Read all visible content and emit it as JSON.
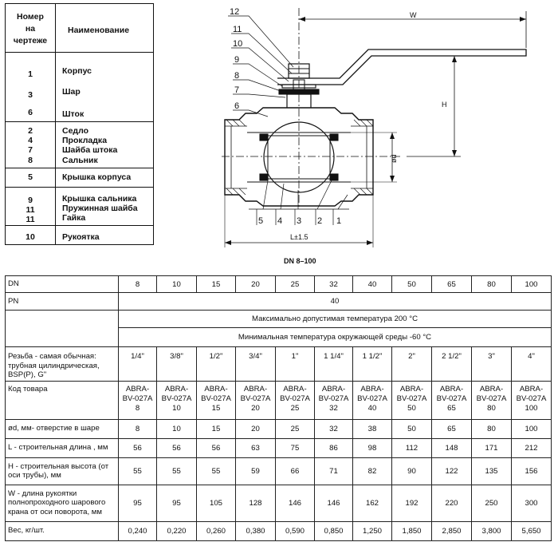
{
  "parts_table": {
    "header_number_lines": [
      "Номер",
      "на",
      "чертеже"
    ],
    "header_name": "Наименование",
    "groups": [
      {
        "numbers": [
          "1",
          "3",
          "6"
        ],
        "names": [
          "Корпус",
          "Шар",
          "Шток"
        ]
      },
      {
        "numbers": [
          "2",
          "4",
          "7",
          "8"
        ],
        "names": [
          "Седло",
          "Прокладка",
          "Шайба штока",
          "Сальник"
        ]
      },
      {
        "numbers": [
          "5"
        ],
        "names": [
          "Крышка корпуса"
        ]
      },
      {
        "numbers": [
          "9",
          "11",
          "11"
        ],
        "names": [
          "Крышка сальника",
          "Пружинная шайба",
          "Гайка"
        ]
      },
      {
        "numbers": [
          "10"
        ],
        "names": [
          "Рукоятка"
        ]
      }
    ]
  },
  "drawing": {
    "caption": "DN 8–100",
    "dimension_labels": {
      "w": "W",
      "h": "H",
      "d": "ød",
      "l": "L±1.5"
    },
    "callouts_left": [
      "12",
      "11",
      "10",
      "9",
      "8",
      "7",
      "6"
    ],
    "callouts_bottom": [
      "5",
      "4",
      "3",
      "2",
      "1"
    ]
  },
  "specs_table": {
    "dn_label": "DN",
    "dn_values": [
      "8",
      "10",
      "15",
      "20",
      "25",
      "32",
      "40",
      "50",
      "65",
      "80",
      "100"
    ],
    "pn_label": "PN",
    "pn_value": "40",
    "max_temp_note": "Максимально допустимая температура 200 °C",
    "min_temp_note": "Минимальная температура окружающей среды -60 °C",
    "thread_label": "Резьба - самая обычная: трубная цилиндрическая, BSP(P), G\"",
    "thread_values": [
      "1/4\"",
      "3/8\"",
      "1/2\"",
      "3/4\"",
      "1\"",
      "1 1/4\"",
      "1 1/2\"",
      "2\"",
      "2 1/2\"",
      "3\"",
      "4\""
    ],
    "code_label": "Код товара",
    "code_values": [
      "ABRA-BV-027A 8",
      "ABRA-BV-027A 10",
      "ABRA-BV-027A 15",
      "ABRA-BV-027A 20",
      "ABRA-BV-027A 25",
      "ABRA-BV-027A 32",
      "ABRA-BV-027A 40",
      "ABRA-BV-027A 50",
      "ABRA-BV-027A 65",
      "ABRA-BV-027A 80",
      "ABRA-BV-027A 100"
    ],
    "d_label": "ød, мм- отверстие в шаре",
    "d_values": [
      "8",
      "10",
      "15",
      "20",
      "25",
      "32",
      "38",
      "50",
      "65",
      "80",
      "100"
    ],
    "l_label": "L - строительная длина , мм",
    "l_values": [
      "56",
      "56",
      "56",
      "63",
      "75",
      "86",
      "98",
      "112",
      "148",
      "171",
      "212"
    ],
    "h_label": "H - строительная высота (от оси трубы), мм",
    "h_values": [
      "55",
      "55",
      "55",
      "59",
      "66",
      "71",
      "82",
      "90",
      "122",
      "135",
      "156"
    ],
    "w_label": "W - длина рукоятки полнопроходного шарового крана от оси поворота, мм",
    "w_values": [
      "95",
      "95",
      "105",
      "128",
      "146",
      "146",
      "162",
      "192",
      "220",
      "250",
      "300"
    ],
    "weight_label": "Вес, кг/шт.",
    "weight_values": [
      "0,240",
      "0,220",
      "0,260",
      "0,380",
      "0,590",
      "0,850",
      "1,250",
      "1,850",
      "2,850",
      "3,800",
      "5,650"
    ]
  }
}
